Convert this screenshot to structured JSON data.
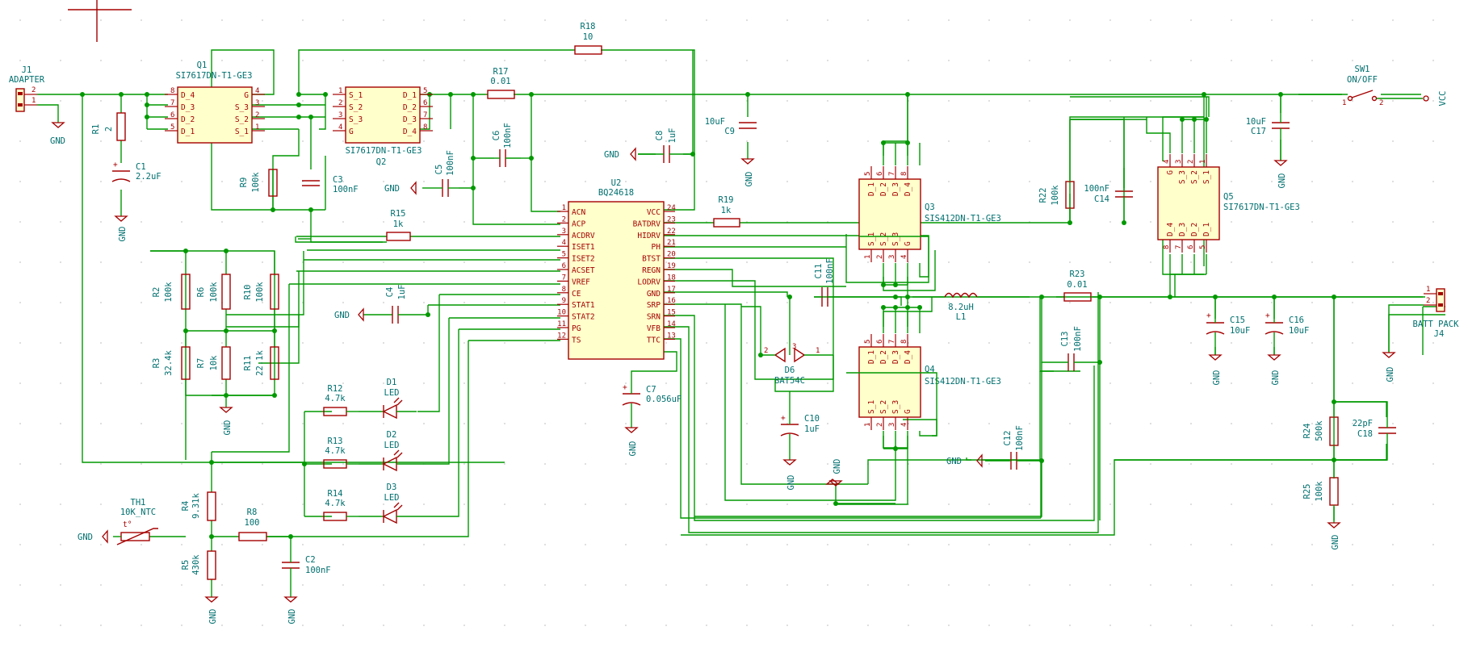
{
  "components": {
    "j1": {
      "ref": "J1",
      "value": "ADAPTER",
      "pins": [
        "2",
        "1"
      ]
    },
    "j4": {
      "ref": "J4",
      "value": "BATT PACK",
      "pins": [
        "1",
        "2"
      ]
    },
    "q1": {
      "ref": "Q1",
      "value": "SI7617DN-T1-GE3",
      "pins_left": [
        "D_4",
        "D_3",
        "D_2",
        "D_1"
      ],
      "pins_right": [
        "G",
        "S_3",
        "S_2",
        "S_1"
      ],
      "nums_left": [
        "8",
        "7",
        "6",
        "5"
      ],
      "nums_right": [
        "4",
        "3",
        "2",
        "1"
      ]
    },
    "q2": {
      "ref": "Q2",
      "value": "SI7617DN-T1-GE3",
      "pins_left": [
        "S_1",
        "S_2",
        "S_3",
        "G"
      ],
      "pins_right": [
        "D_1",
        "D_2",
        "D_3",
        "D_4"
      ],
      "nums_left": [
        "1",
        "2",
        "3",
        "4"
      ],
      "nums_right": [
        "5",
        "6",
        "7",
        "8"
      ]
    },
    "q3": {
      "ref": "Q3",
      "value": "SIS412DN-T1-GE3",
      "pins_top": [
        "D_1",
        "D_2",
        "D_3",
        "D_4"
      ],
      "pins_bottom": [
        "S_1",
        "S_2",
        "S_3",
        "G"
      ],
      "nums_top": [
        "5",
        "6",
        "7",
        "8"
      ],
      "nums_bottom": [
        "1",
        "2",
        "3",
        "4"
      ]
    },
    "q4": {
      "ref": "Q4",
      "value": "SIS412DN-T1-GE3",
      "pins_top": [
        "D_1",
        "D_2",
        "D_3",
        "D_4"
      ],
      "pins_bottom": [
        "S_1",
        "S_2",
        "S_3",
        "G"
      ],
      "nums_top": [
        "5",
        "6",
        "7",
        "8"
      ],
      "nums_bottom": [
        "1",
        "2",
        "3",
        "4"
      ]
    },
    "q5": {
      "ref": "Q5",
      "value": "SI7617DN-T1-GE3",
      "pins_top": [
        "G",
        "S_3",
        "S_2",
        "S_1"
      ],
      "pins_bottom": [
        "D_4",
        "D_3",
        "D_2",
        "D_1"
      ],
      "nums_top": [
        "4",
        "3",
        "2",
        "1"
      ],
      "nums_bottom": [
        "8",
        "7",
        "6",
        "5"
      ]
    },
    "u2": {
      "ref": "U2",
      "value": "BQ24618",
      "left": [
        {
          "num": "1",
          "name": "ACN"
        },
        {
          "num": "2",
          "name": "ACP"
        },
        {
          "num": "3",
          "name": "ACDRV"
        },
        {
          "num": "4",
          "name": "ISET1"
        },
        {
          "num": "5",
          "name": "ISET2"
        },
        {
          "num": "6",
          "name": "ACSET"
        },
        {
          "num": "7",
          "name": "VREF"
        },
        {
          "num": "8",
          "name": "CE"
        },
        {
          "num": "9",
          "name": "STAT1"
        },
        {
          "num": "10",
          "name": "STAT2"
        },
        {
          "num": "11",
          "name": "PG"
        },
        {
          "num": "12",
          "name": "TS"
        }
      ],
      "right": [
        {
          "num": "24",
          "name": "VCC"
        },
        {
          "num": "23",
          "name": "BATDRV"
        },
        {
          "num": "22",
          "name": "HIDRV"
        },
        {
          "num": "21",
          "name": "PH"
        },
        {
          "num": "20",
          "name": "BTST"
        },
        {
          "num": "19",
          "name": "REGN"
        },
        {
          "num": "18",
          "name": "LODRV"
        },
        {
          "num": "17",
          "name": "GND"
        },
        {
          "num": "16",
          "name": "SRP"
        },
        {
          "num": "15",
          "name": "SRN"
        },
        {
          "num": "14",
          "name": "VFB"
        },
        {
          "num": "13",
          "name": "TTC"
        }
      ]
    },
    "r1": {
      "ref": "R1",
      "value": "2"
    },
    "r2": {
      "ref": "R2",
      "value": "100k"
    },
    "r3": {
      "ref": "R3",
      "value": "32.4k"
    },
    "r4": {
      "ref": "R4",
      "value": "9.31k"
    },
    "r5": {
      "ref": "R5",
      "value": "430k"
    },
    "r6": {
      "ref": "R6",
      "value": "100k"
    },
    "r7": {
      "ref": "R7",
      "value": "10k"
    },
    "r8": {
      "ref": "R8",
      "value": "100"
    },
    "r9": {
      "ref": "R9",
      "value": "100k"
    },
    "r10": {
      "ref": "R10",
      "value": "100k"
    },
    "r11": {
      "ref": "R11",
      "value": "22.1k"
    },
    "r12": {
      "ref": "R12",
      "value": "4.7k"
    },
    "r13": {
      "ref": "R13",
      "value": "4.7k"
    },
    "r14": {
      "ref": "R14",
      "value": "4.7k"
    },
    "r15": {
      "ref": "R15",
      "value": "1k"
    },
    "r17": {
      "ref": "R17",
      "value": "0.01"
    },
    "r18": {
      "ref": "R18",
      "value": "10"
    },
    "r19": {
      "ref": "R19",
      "value": "1k"
    },
    "r22": {
      "ref": "R22",
      "value": "100k"
    },
    "r23": {
      "ref": "R23",
      "value": "0.01"
    },
    "r24": {
      "ref": "R24",
      "value": "500k"
    },
    "r25": {
      "ref": "R25",
      "value": "100k"
    },
    "c1": {
      "ref": "C1",
      "value": "2.2uF"
    },
    "c2": {
      "ref": "C2",
      "value": "100nF"
    },
    "c3": {
      "ref": "C3",
      "value": "100nF"
    },
    "c4": {
      "ref": "C4",
      "value": "1uF"
    },
    "c5": {
      "ref": "C5",
      "value": "100nF"
    },
    "c6": {
      "ref": "C6",
      "value": "100nF"
    },
    "c7": {
      "ref": "C7",
      "value": "0.056uF"
    },
    "c8": {
      "ref": "C8",
      "value": "1uF"
    },
    "c9": {
      "ref": "C9",
      "value": "10uF"
    },
    "c10": {
      "ref": "C10",
      "value": "1uF"
    },
    "c11": {
      "ref": "C11",
      "value": "100nF"
    },
    "c12": {
      "ref": "C12",
      "value": "100nF"
    },
    "c13": {
      "ref": "C13",
      "value": "100nF"
    },
    "c14": {
      "ref": "C14",
      "value": "100nF"
    },
    "c15": {
      "ref": "C15",
      "value": "10uF"
    },
    "c16": {
      "ref": "C16",
      "value": "10uF"
    },
    "c17": {
      "ref": "C17",
      "value": "10uF"
    },
    "c18": {
      "ref": "C18",
      "value": "22pF"
    },
    "d1": {
      "ref": "D1",
      "value": "LED"
    },
    "d2": {
      "ref": "D2",
      "value": "LED"
    },
    "d3": {
      "ref": "D3",
      "value": "LED"
    },
    "d6": {
      "ref": "D6",
      "value": "BAT54C",
      "pin_left": "2",
      "pin_mid": "3",
      "pin_right": "1"
    },
    "l1": {
      "ref": "L1",
      "value": "8.2uH"
    },
    "th1": {
      "ref": "TH1",
      "value": "10K_NTC"
    },
    "sw1": {
      "ref": "SW1",
      "value": "ON/OFF",
      "pin_left": "1",
      "pin_right": "2"
    }
  },
  "power": {
    "gnd": "GND",
    "vcc": "VCC"
  },
  "colors": {
    "wire": "#009900",
    "body": "#a50000",
    "fill": "#ffffcc",
    "text": "#006f6f"
  }
}
